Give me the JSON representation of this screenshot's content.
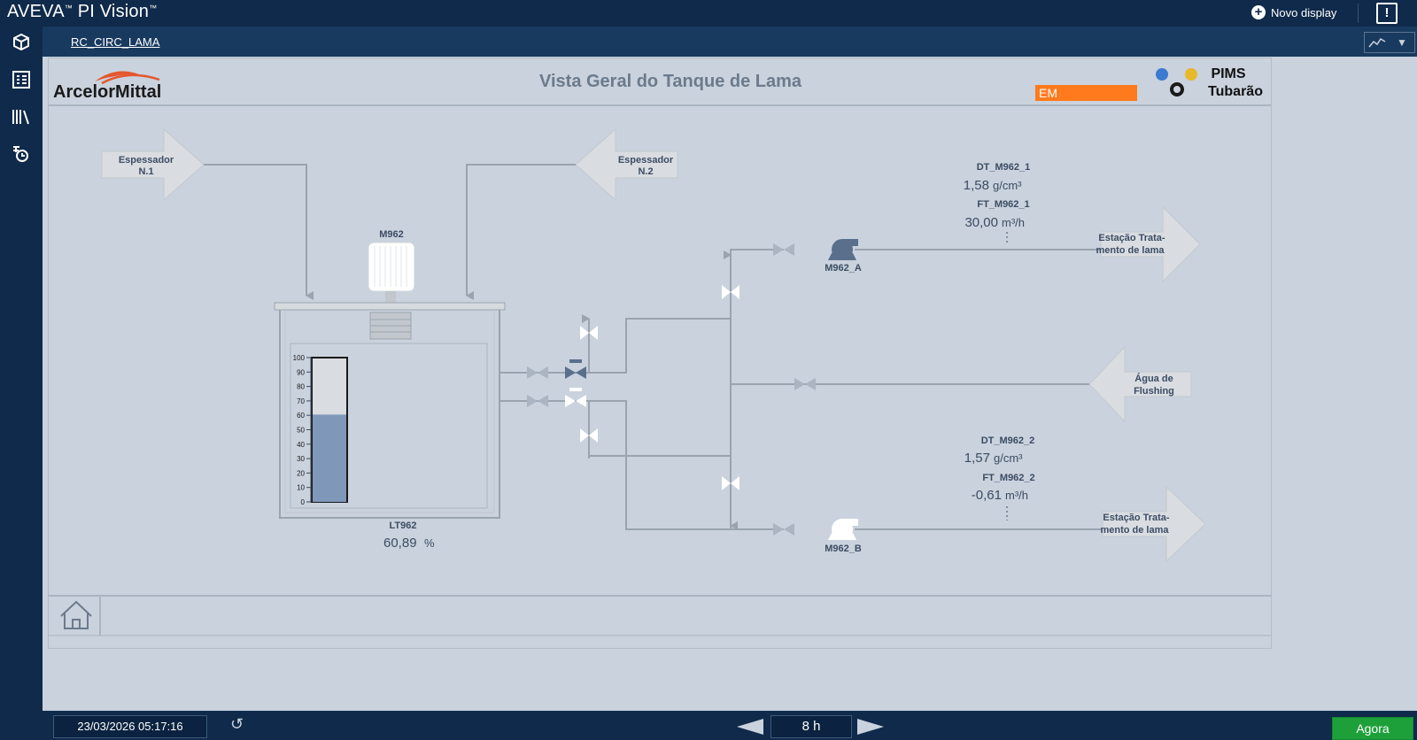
{
  "app": {
    "brand": "AVEVA",
    "product": "PI Vision",
    "new_display": "Novo display"
  },
  "breadcrumb": {
    "display_name": "RC_CIRC_LAMA"
  },
  "header": {
    "logo": "ArcelorMittal",
    "title": "Vista Geral do Tanque de Lama",
    "status_badge": "EM",
    "pims_line1": "PIMS",
    "pims_line2": "Tubarão"
  },
  "sources": {
    "esp1_line1": "Espessador",
    "esp1_line2": "N.1",
    "esp2_line1": "Espessador",
    "esp2_line2": "N.2"
  },
  "motor": {
    "tag": "M962"
  },
  "level": {
    "tag": "LT962",
    "value": "60,89",
    "unit": "%",
    "fraction": 0.6089,
    "scale": [
      "100",
      "90",
      "80",
      "70",
      "60",
      "50",
      "40",
      "30",
      "20",
      "10",
      "0"
    ]
  },
  "pump_a": {
    "tag": "M962_A"
  },
  "pump_b": {
    "tag": "M962_B"
  },
  "line1": {
    "dt_tag": "DT_M962_1",
    "dt_value": "1,58",
    "dt_unit": "g/cm³",
    "ft_tag": "FT_M962_1",
    "ft_value": "30,00",
    "ft_unit": "m³/h",
    "dest_line1": "Estação Trata-",
    "dest_line2": "mento de lama"
  },
  "line2": {
    "dt_tag": "DT_M962_2",
    "dt_value": "1,57",
    "dt_unit": "g/cm³",
    "ft_tag": "FT_M962_2",
    "ft_value": "-0,61",
    "ft_unit": "m³/h",
    "dest_line1": "Estação Trata-",
    "dest_line2": "mento de lama"
  },
  "flushing": {
    "line1": "Água de",
    "line2": "Flushing"
  },
  "timebar": {
    "timestamp": "23/03/2026 05:17:16",
    "duration": "8 h",
    "now": "Agora"
  },
  "colors": {
    "topbar": "#0f2a4a",
    "badge": "#ff7a1c",
    "fill": "#7f97b9",
    "agora": "#1da039"
  }
}
